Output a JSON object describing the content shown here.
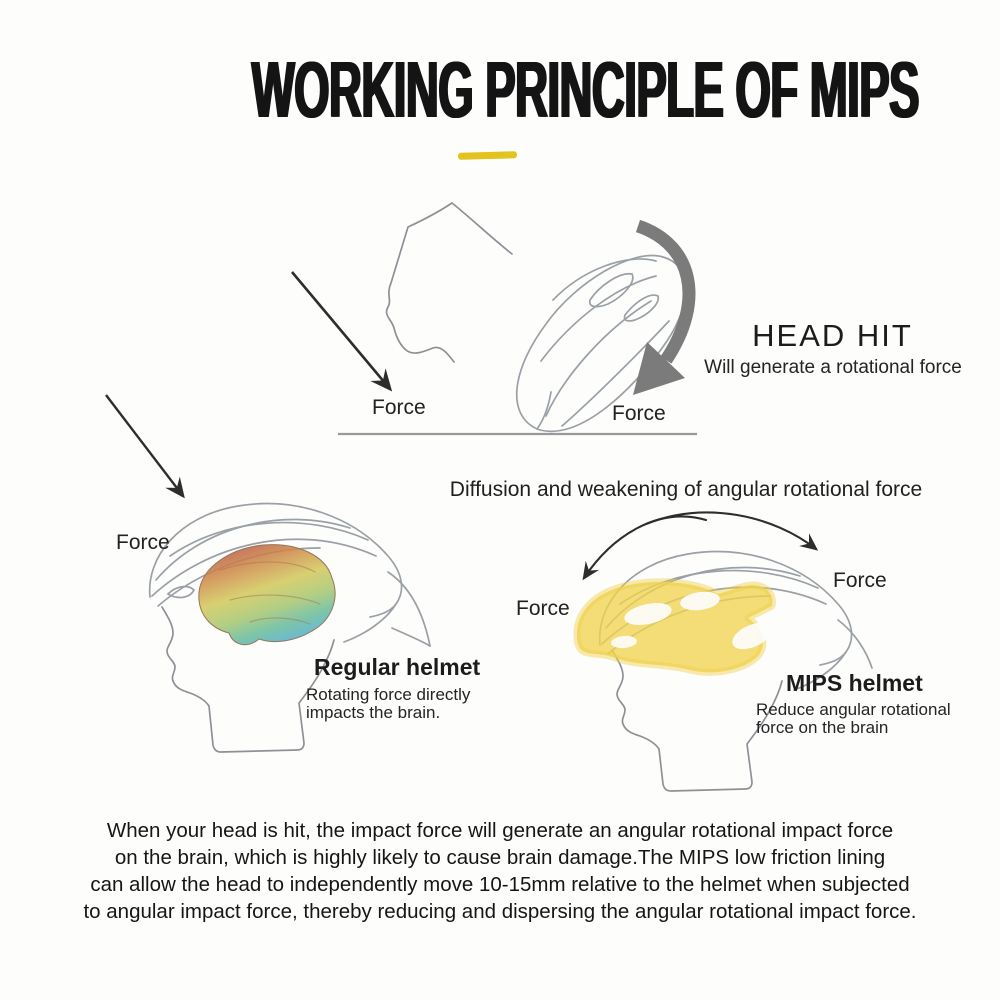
{
  "title": {
    "text": "WORKING PRINCIPLE OF MIPS",
    "underline_color": "#e2c31f"
  },
  "top_diagram": {
    "force_left_label": "Force",
    "force_right_label": "Force",
    "heading": "HEAD HIT",
    "subheading": "Will generate a rotational force"
  },
  "middle_caption": "Diffusion and weakening of angular rotational force",
  "regular_helmet": {
    "force_label": "Force",
    "name": "Regular helmet",
    "description_line1": "Rotating force directly",
    "description_line2": "impacts the brain."
  },
  "mips_helmet": {
    "force_left_label": "Force",
    "force_right_label": "Force",
    "name": "MIPS helmet",
    "description_line1": "Reduce angular rotational",
    "description_line2": "force on the brain"
  },
  "footer_paragraph": {
    "lines": [
      "When your head is hit, the impact force will generate an angular rotational impact force",
      "on the brain, which is highly likely to cause brain damage.The MIPS low friction lining",
      "can allow the head to independently move 10-15mm relative to the helmet when subjected",
      "to angular impact force, thereby reducing and dispersing the angular rotational impact force."
    ]
  },
  "colors": {
    "accent_yellow": "#e2c31f",
    "mips_liner_yellow": "#f1d44f",
    "thick_arrow_gray": "#7b7b7b",
    "line_art_gray": "#9aa0a5",
    "text_black": "#1d1d1d",
    "brain_heatmap": [
      "#b25048",
      "#cf8a4a",
      "#d3c95f",
      "#a8c873",
      "#6cbd9d",
      "#55b0cd"
    ]
  }
}
